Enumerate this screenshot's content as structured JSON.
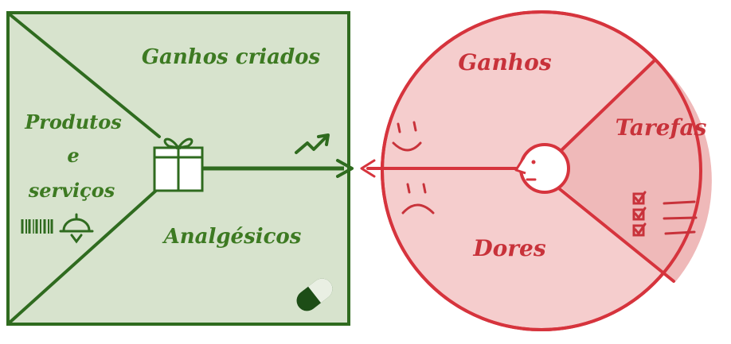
{
  "colors": {
    "square_fill": "#d7e3cd",
    "square_stroke": "#2f6b1f",
    "green_text": "#3d7a22",
    "circle_fill": "#f5cdcd",
    "circle_fill_dark": "#efb9b9",
    "circle_stroke": "#d6343d",
    "red_text": "#c8323a"
  },
  "value_map": {
    "gains_created": "Ganhos criados",
    "products_line1": "Produtos",
    "products_line2": "e",
    "products_line3": "serviços",
    "pain_relievers": "Analgésicos",
    "icons": [
      "gift-icon",
      "trend-up-icon",
      "barcode-icon",
      "service-bell-icon",
      "pill-icon"
    ]
  },
  "customer_profile": {
    "gains": "Ganhos",
    "jobs": "Tarefas",
    "pains": "Dores",
    "icons": [
      "smiley-happy-icon",
      "smiley-sad-icon",
      "face-profile-icon",
      "checklist-icon"
    ]
  }
}
